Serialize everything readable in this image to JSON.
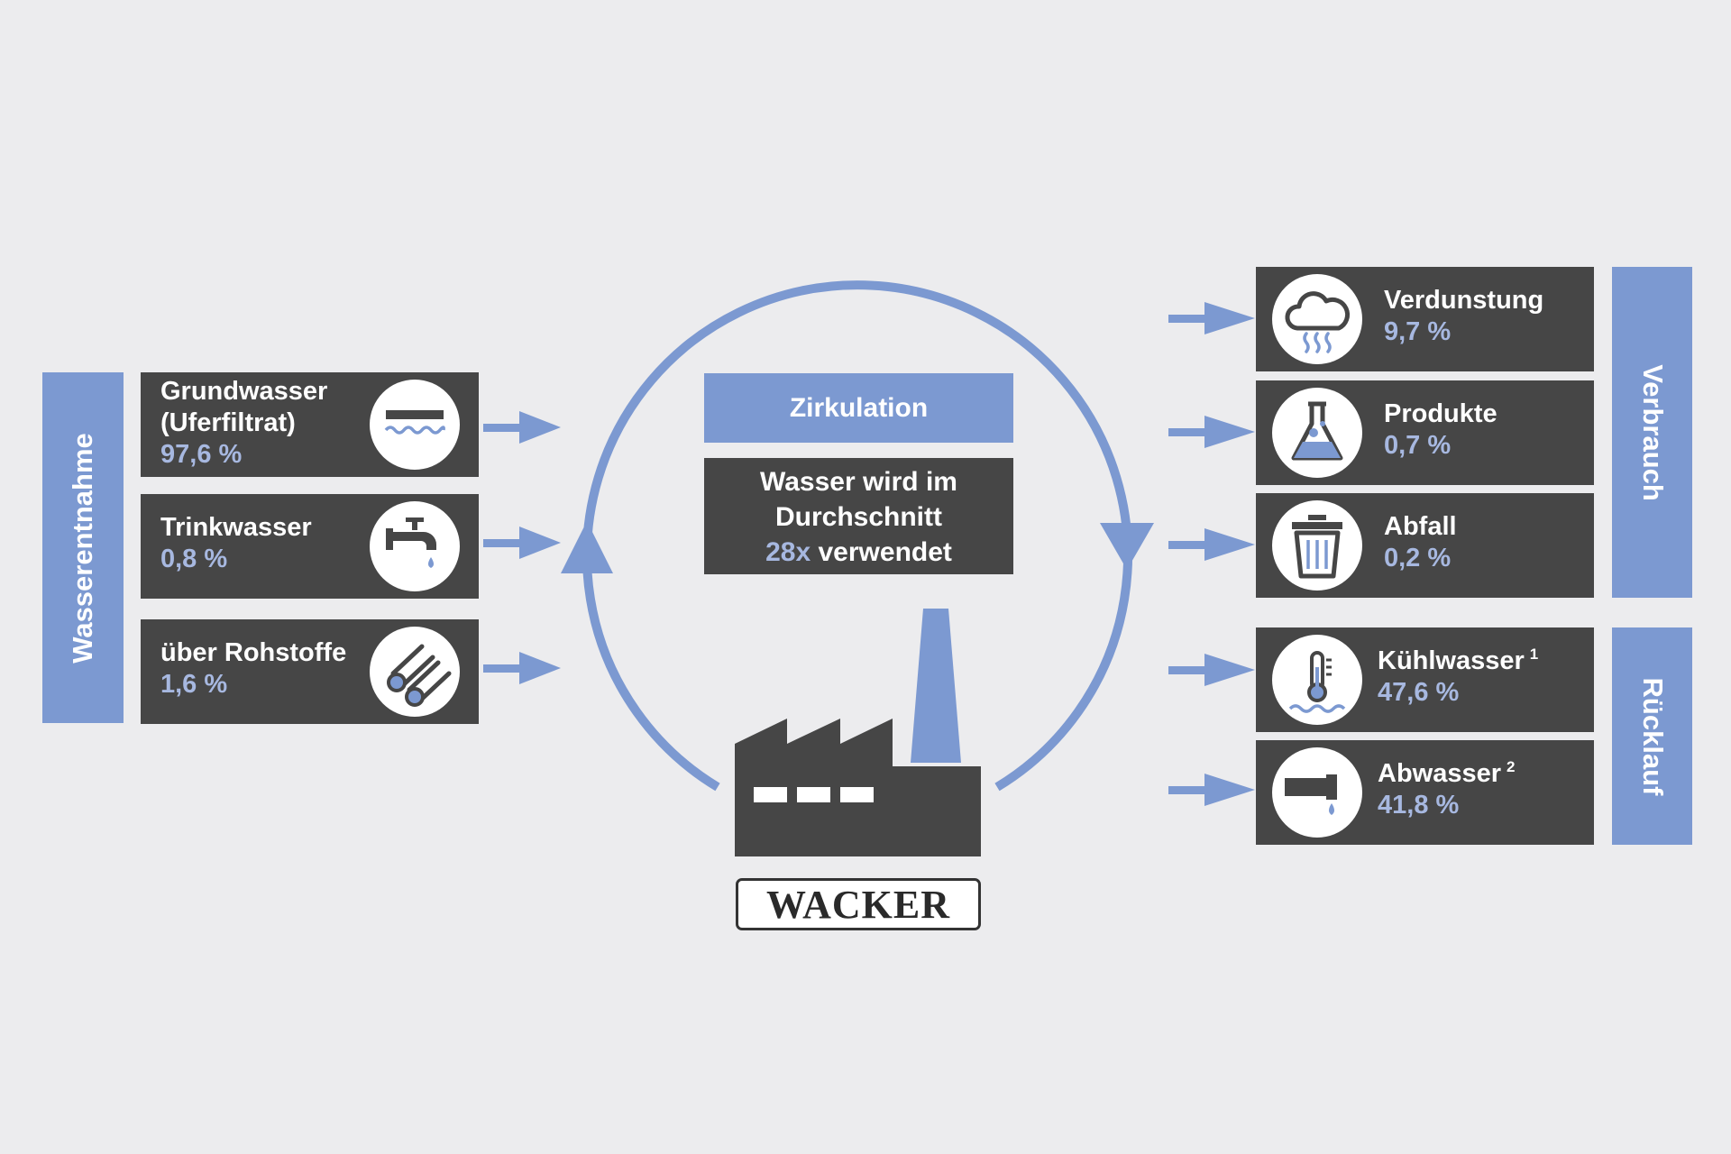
{
  "colors": {
    "background": "#ececee",
    "accent_blue": "#7c99d1",
    "light_blue_text": "#a7b8e0",
    "dark_box": "#464646"
  },
  "sidebars": {
    "left": "Wasserentnahme",
    "right_top": "Verbrauch",
    "right_bottom": "Rücklauf"
  },
  "sources": [
    {
      "label_line1": "Grundwasser",
      "label_line2": "(Uferfiltrat)",
      "value": "97,6 %",
      "icon": "groundwater-icon"
    },
    {
      "label_line1": "Trinkwasser",
      "value": "0,8 %",
      "icon": "water-tap-icon"
    },
    {
      "label_line1": "über Rohstoffe",
      "value": "1,6 %",
      "icon": "raw-materials-pipes-icon"
    }
  ],
  "center": {
    "title": "Zirkulation",
    "line1": "Wasser wird im",
    "line2": "Durchschnitt",
    "highlight": "28x",
    "line3_rest": "verwendet",
    "logo": "WACKER",
    "factory_icon": "factory-icon",
    "cycle_icon": "circular-flow-icon"
  },
  "consumption": [
    {
      "label": "Verdunstung",
      "value": "9,7 %",
      "icon": "evaporation-cloud-icon"
    },
    {
      "label": "Produkte",
      "value": "0,7 %",
      "icon": "flask-icon"
    },
    {
      "label": "Abfall",
      "value": "0,2 %",
      "icon": "trash-can-icon"
    }
  ],
  "return_flow": [
    {
      "label": "Kühlwasser",
      "footnote": "1",
      "value": "47,6 %",
      "icon": "thermometer-water-icon"
    },
    {
      "label": "Abwasser",
      "footnote": "2",
      "value": "41,8 %",
      "icon": "drain-pipe-icon"
    }
  ]
}
